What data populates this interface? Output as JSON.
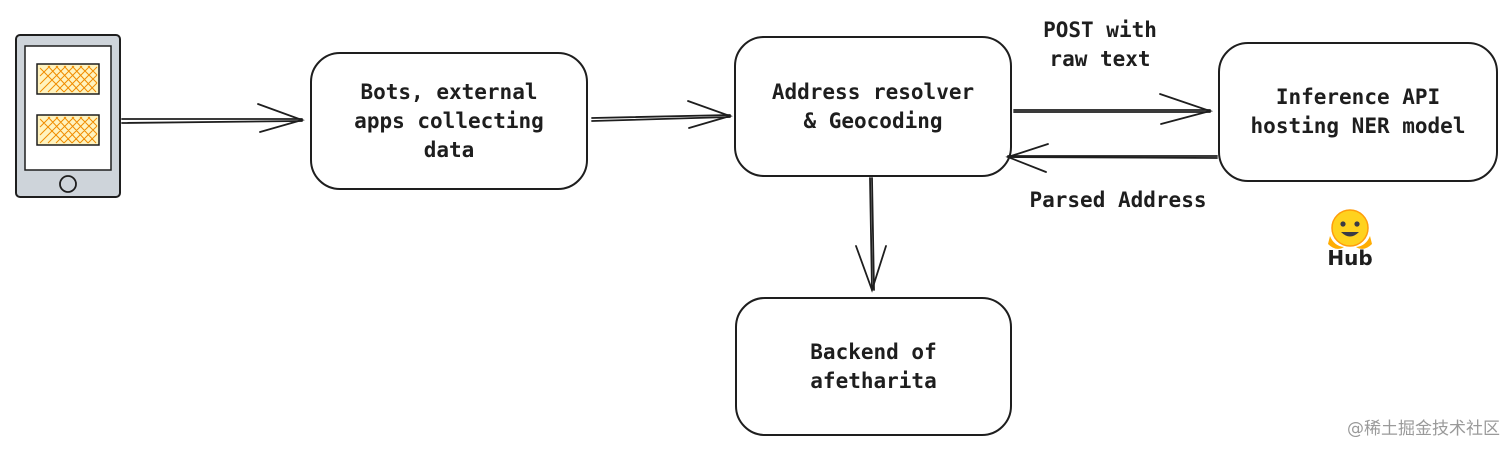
{
  "nodes": {
    "bots": {
      "label": "Bots, external\napps collecting\ndata"
    },
    "resolver": {
      "label": "Address resolver\n& Geocoding"
    },
    "inference": {
      "label": "Inference API\nhosting NER model"
    },
    "backend": {
      "label": "Backend of\nafetharita"
    }
  },
  "edges": {
    "post": {
      "label": "POST with\nraw text"
    },
    "parsed": {
      "label": "Parsed Address"
    }
  },
  "hub": {
    "label": "Hub",
    "icon": "hugging-face-icon"
  },
  "device": {
    "icon": "mobile-phone-icon"
  },
  "watermark": {
    "text": "@稀土掘金技术社区"
  },
  "colors": {
    "stroke": "#1e1e1e",
    "device_fill": "#ced4da",
    "screen_fill": "#ffffff",
    "card_fill": "#fff3bf",
    "card_stroke": "#f08c00",
    "hub_yellow": "#ffd21e"
  }
}
